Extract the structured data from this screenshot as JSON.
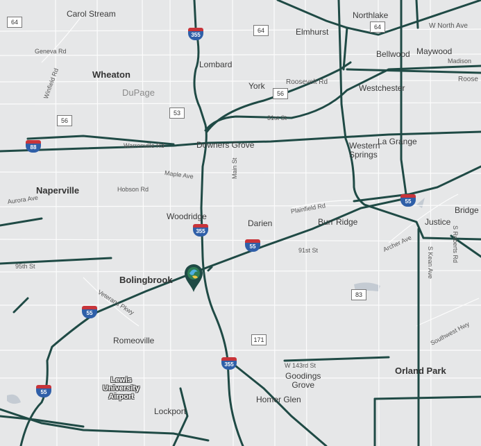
{
  "places": {
    "carol_stream": "Carol Stream",
    "northlake": "Northlake",
    "w_north_ave": "W North Ave",
    "elmhurst": "Elmhurst",
    "geneva_rd": "Geneva Rd",
    "bellwood": "Bellwood",
    "maywood": "Maywood",
    "madison": "Madison",
    "winfield_rd": "Winfield Rd",
    "wheaton": "Wheaton",
    "lombard": "Lombard",
    "roosevelt_rd": "Roosevelt Rd",
    "roose": "Roose",
    "york": "York",
    "westchester": "Westchester",
    "dupage": "DuPage",
    "st31": "31st St",
    "warrenville_rd": "Warrenville Rd",
    "downers_grove": "Downers Grove",
    "la_grange": "La Grange",
    "western_springs": "Western\nSprings",
    "maple_ave": "Maple Ave",
    "main_st": "Main St",
    "naperville": "Naperville",
    "aurora_ave": "Aurora Ave",
    "hobson_rd": "Hobson Rd",
    "plainfield_rd": "Plainfield Rd",
    "bridge": "Bridge",
    "woodridge": "Woodridge",
    "darien": "Darien",
    "burr_ridge": "Burr Ridge",
    "justice": "Justice",
    "archer_ave": "Archer Ave",
    "s_roberts_rd": "S Roberts Rd",
    "st91": "91st St",
    "s_kean_ave": "S Kean Ave",
    "st95": "95th St",
    "bolingbrook": "Bolingbrook",
    "veterans_pkwy": "Veterans Pkwy",
    "southwest_hwy": "Southwest Hwy",
    "romeoville": "Romeoville",
    "w143rd": "W 143rd St",
    "orland_park": "Orland Park",
    "goodings_grove": "Goodings\nGrove",
    "lewis_airport": "Lewis\nUniversity\nAirport",
    "homer_glen": "Homer Glen",
    "lockport": "Lockport"
  },
  "shields": {
    "us64_left": "64",
    "us64_mid": "64",
    "us64_right": "64",
    "us53": "53",
    "us56_left": "56",
    "us56_mid": "56",
    "i355_top": "355",
    "i88": "88",
    "i355_mid": "355",
    "i55_darien": "55",
    "i55_right": "55",
    "us83": "83",
    "i55_romeoville": "55",
    "us171": "171",
    "i355_bottom": "355",
    "i55_bottom": "55"
  },
  "colors": {
    "land": "#e6e7e8",
    "route": "#1f4a45",
    "minor_road": "#ffffff",
    "water": "#c4cbd3"
  },
  "marker": {
    "icon": "map-pin-icon"
  }
}
